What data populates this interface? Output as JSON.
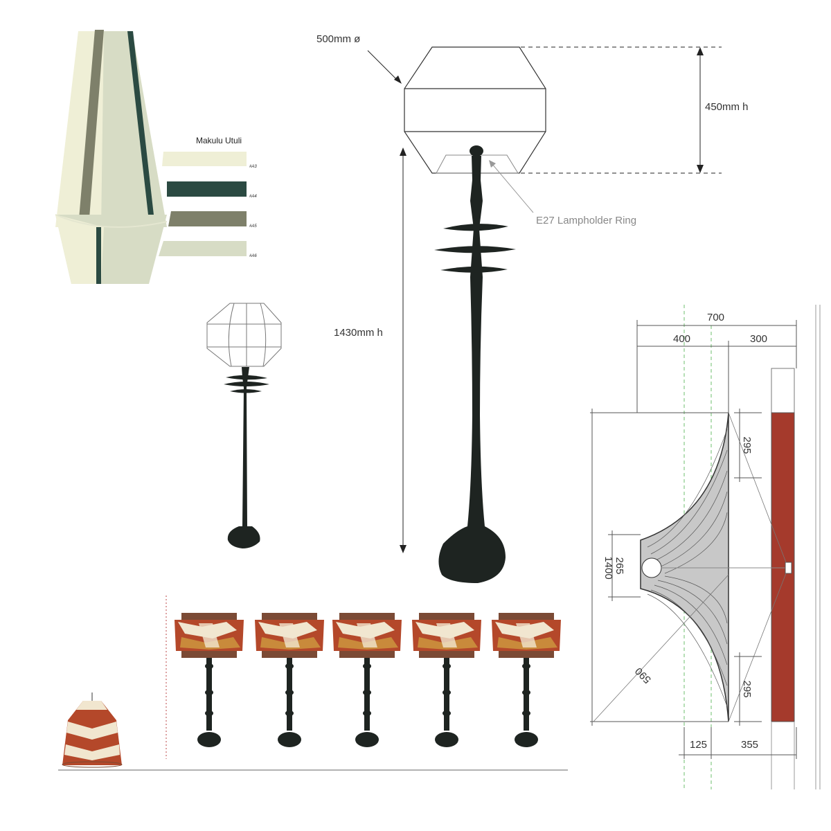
{
  "concept": {
    "palette_title": "Makulu Utuli",
    "swatches": [
      {
        "code": "#A3",
        "color": "#efefd6"
      },
      {
        "code": "#A4",
        "color": "#2b4a42"
      },
      {
        "code": "#A5",
        "color": "#7e806a"
      },
      {
        "code": "#A6",
        "color": "#d7dcc5"
      }
    ]
  },
  "floor_lamp": {
    "shade_diameter": "500mm ø",
    "shade_height": "450mm h",
    "total_height": "1430mm h",
    "lampholder": "E27 Lampholder Ring"
  },
  "wall_drawing": {
    "width_total": "700",
    "width_left": "400",
    "width_right": "300",
    "height_total": "1400",
    "top_segment": "295",
    "bottom_segment": "295",
    "centre_segment": "265",
    "radius": "590",
    "base_left": "125",
    "base_right": "355",
    "wall_color": "#a53a2c"
  },
  "variants": {
    "count": 5,
    "colors": {
      "brown": "#7b4a35",
      "rust": "#b4482a",
      "cream": "#f1e6cf",
      "ochre": "#c98a3b",
      "base": "#1e2421"
    }
  }
}
